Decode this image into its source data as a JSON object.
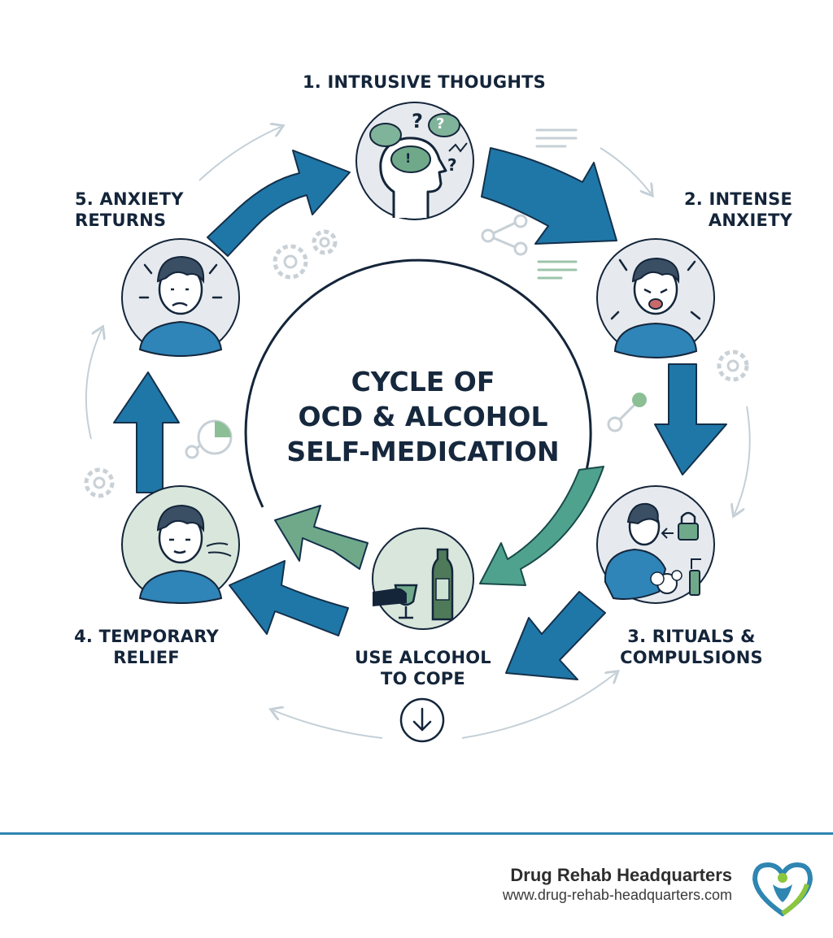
{
  "title": [
    "CYCLE OF",
    "OCD & ALCOHOL",
    "SELF-MEDICATION"
  ],
  "steps": [
    {
      "lines": [
        "1. INTRUSIVE THOUGHTS"
      ]
    },
    {
      "lines": [
        "2. INTENSE",
        "ANXIETY"
      ]
    },
    {
      "lines": [
        "3. RITUALS &",
        "COMPULSIONS"
      ]
    },
    {
      "lines": [
        "4. TEMPORARY",
        "RELIEF"
      ]
    },
    {
      "lines": [
        "5. ANXIETY",
        "RETURNS"
      ]
    }
  ],
  "coping": {
    "lines": [
      "USE ALCOHOL",
      "TO COPE"
    ]
  },
  "footer": {
    "name": "Drug Rehab Headquarters",
    "url": "www.drug-rehab-headquarters.com"
  },
  "colors": {
    "arrow_blue": "#1f77a8",
    "arrow_green": "#6fa98a",
    "navy": "#14253a",
    "circle_bg": "#e6eaee",
    "divider": "#2f86b1"
  }
}
